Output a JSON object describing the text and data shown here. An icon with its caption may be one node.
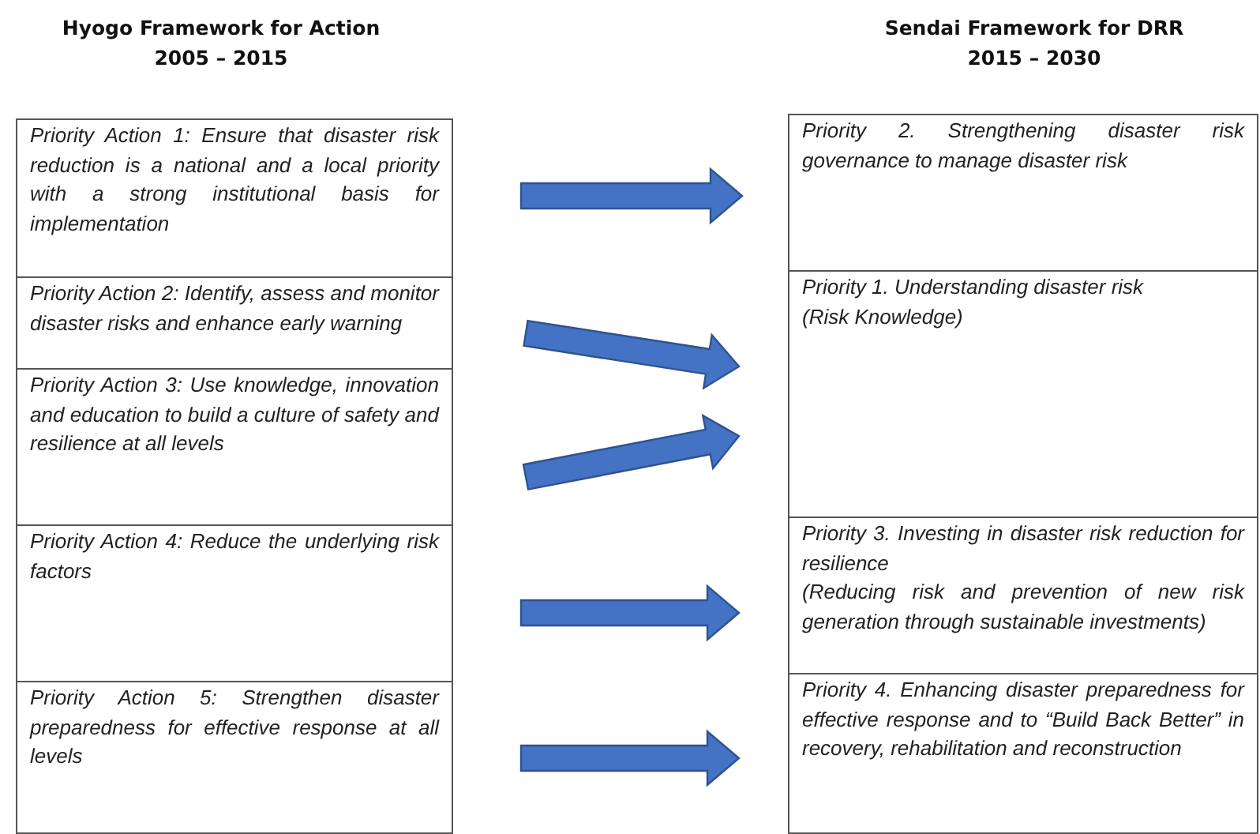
{
  "diagram": {
    "nodes": [
      {
        "text": [
          "Priority Action 1: Ensure that disaster risk reduction is a national and a local priority with a strong institutional basis for implementation"
        ]
      },
      {
        "text": [
          "Priority Action 2: Identify, assess and monitor disaster risks and enhance early warning"
        ]
      },
      {
        "text": [
          "Priority Action 3: Use knowledge, innovation and education to build a culture of safety and resilience at all levels"
        ]
      },
      {
        "text": [
          "Priority Action 4: Reduce the underlying risk factors"
        ]
      },
      {
        "text": [
          "Priority Action 5: Strengthen disaster preparedness for effective response at all levels"
        ]
      },
      {
        "text": [
          "Priority 2. Strengthening disaster risk governance to manage disaster risk"
        ]
      },
      {
        "text": [
          "Priority 1. Understanding disaster risk",
          "(Risk Knowledge)"
        ]
      },
      {
        "text": [
          "Priority 3. Investing in disaster risk reduction for resilience",
          "(Reducing risk and prevention of new risk generation through sustainable investments)"
        ]
      },
      {
        "text": [
          "Priority 4. Enhancing disaster preparedness for effective response and to “Build Back Better” in recovery, rehabilitation and reconstruction"
        ]
      }
    ],
    "edges": [
      {
        "from": 0,
        "to": 5,
        "arrow": "to"
      },
      {
        "from": 1,
        "to": 6,
        "arrow": "to"
      },
      {
        "from": 2,
        "to": 6,
        "arrow": "to"
      },
      {
        "from": 3,
        "to": 7,
        "arrow": "to"
      },
      {
        "from": 4,
        "to": 8,
        "arrow": "to"
      }
    ],
    "labels": [
      "Hyogo Framework for Action 2005 – 2015",
      "Sendai Framework for DRR 2015 – 2030"
    ]
  }
}
